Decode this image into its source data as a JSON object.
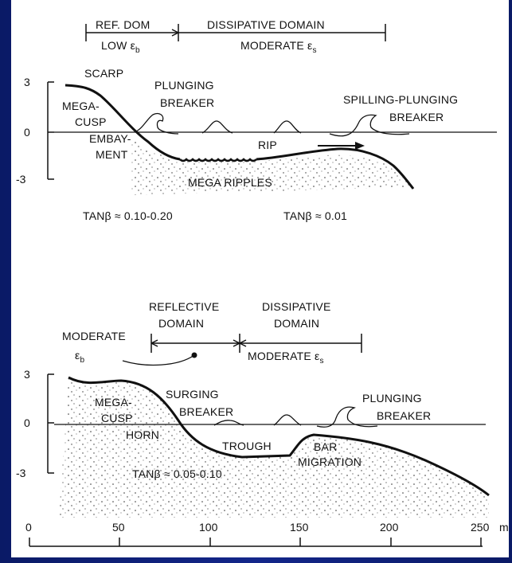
{
  "top_panel": {
    "bracket_left_top": "REF. DOM",
    "bracket_left_bottom": "LOW ε",
    "bracket_left_sub": "b",
    "bracket_right_top": "DISSIPATIVE DOMAIN",
    "bracket_right_bottom": "MODERATE ε",
    "bracket_right_sub": "s",
    "y_ticks": [
      "3",
      "0",
      "-3"
    ],
    "scarp": "SCARP",
    "plunging_1": "PLUNGING",
    "plunging_2": "BREAKER",
    "spilling_1": "SPILLING-PLUNGING",
    "spilling_2": "BREAKER",
    "megacusp_1": "MEGA-",
    "megacusp_2": "CUSP",
    "embay_1": "EMBAY-",
    "embay_2": "MENT",
    "rip": "RIP",
    "mega_ripples": "MEGA RIPPLES",
    "tan_left": "TANβ ≈ 0.10-0.20",
    "tan_right": "TANβ ≈ 0.01"
  },
  "bottom_panel": {
    "reflective_1": "REFLECTIVE",
    "reflective_2": "DOMAIN",
    "dissipative_1": "DISSIPATIVE",
    "dissipative_2": "DOMAIN",
    "moderate_left": "MODERATE",
    "eps_b": "ε",
    "eps_b_sub": "b",
    "moderate_right": "MODERATE ε",
    "moderate_right_sub": "s",
    "y_ticks": [
      "3",
      "0",
      "-3"
    ],
    "megacusp_1": "MEGA-",
    "megacusp_2": "CUSP",
    "horn": "HORN",
    "surging_1": "SURGING",
    "surging_2": "BREAKER",
    "plunging_1": "PLUNGING",
    "plunging_2": "BREAKER",
    "trough": "TROUGH",
    "bar_1": "BAR",
    "bar_2": "MIGRATION",
    "tan": "TANβ ≈ 0.05-0.10"
  },
  "x_axis": {
    "ticks": [
      "0",
      "50",
      "100",
      "150",
      "200",
      "250"
    ],
    "unit": "m"
  },
  "colors": {
    "background": "#0b1b6e",
    "paper": "#ffffff",
    "ink": "#111111"
  }
}
